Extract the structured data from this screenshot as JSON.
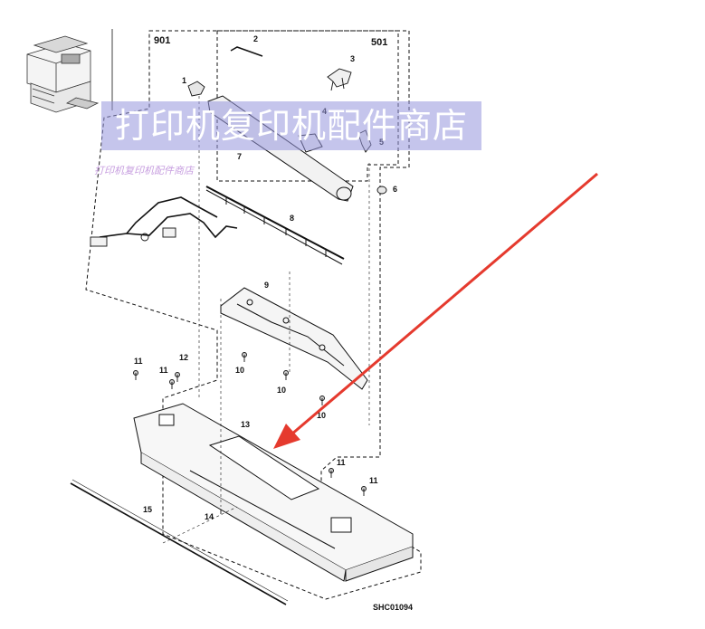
{
  "diagram": {
    "group_labels": {
      "left": "901",
      "right": "501"
    },
    "reference_code": "SHC01094",
    "callouts": {
      "c1": "1",
      "c2": "2",
      "c3": "3",
      "c4": "4",
      "c5": "5",
      "c6": "6",
      "c7": "7",
      "c8": "8",
      "c9": "9",
      "c10a": "10",
      "c10b": "10",
      "c10c": "10",
      "c11a": "11",
      "c11b": "11",
      "c11c": "11",
      "c11d": "11",
      "c12": "12",
      "c13": "13",
      "c14": "14",
      "c15": "15"
    },
    "watermark": {
      "banner_text": "打印机复印机配件商店",
      "small_text": "打印机复印机配件商店"
    },
    "colors": {
      "line": "#111111",
      "arrow": "#e53a2e",
      "watermark_bg": "#9696dc"
    },
    "icons": {
      "copier_thumbnail": "copier-machine-icon",
      "pointer_arrow": "red-arrow"
    }
  }
}
